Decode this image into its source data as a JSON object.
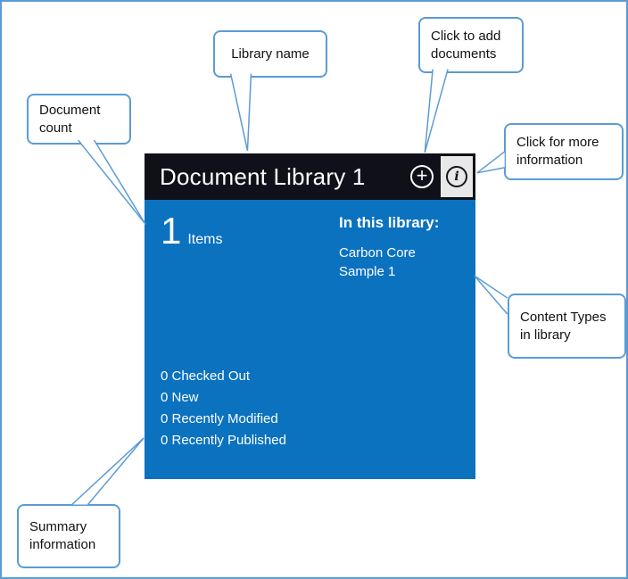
{
  "colors": {
    "frame_border": "#5b9bd5",
    "callout_border": "#5b9bd5",
    "header_bg": "#10101a",
    "body_bg": "#0b72c0",
    "info_square_bg": "#e8e8e8"
  },
  "tile": {
    "header": {
      "title": "Document Library 1",
      "add_icon_glyph": "+",
      "info_icon_glyph": "i"
    },
    "body": {
      "item_count": "1",
      "item_count_label": "Items",
      "in_library_heading": "In this library:",
      "content_types": [
        "Carbon Core",
        "Sample 1"
      ],
      "summary_lines": [
        "0 Checked Out",
        "0 New",
        "0 Recently Modified",
        "0 Recently Published"
      ]
    }
  },
  "callouts": {
    "document_count": "Document count",
    "library_name": "Library name",
    "click_to_add": "Click to add documents",
    "more_information": "Click for more information",
    "content_types": "Content Types in library",
    "summary_information": "Summary information"
  }
}
